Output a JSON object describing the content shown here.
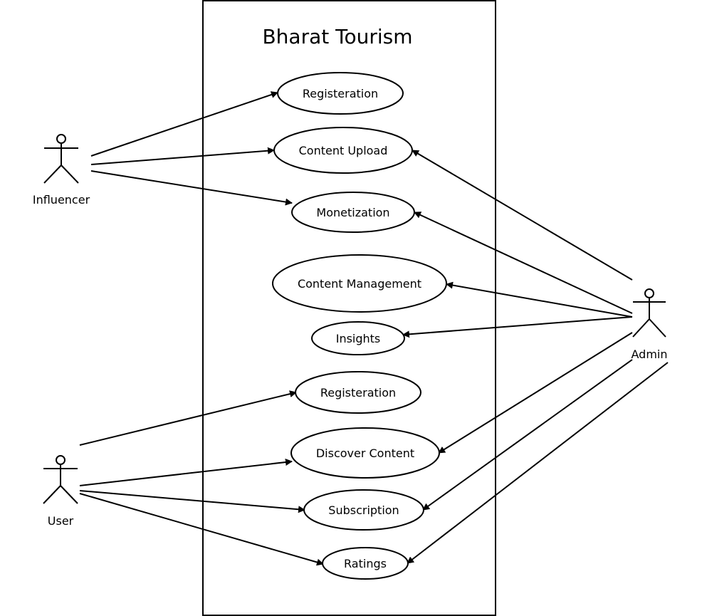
{
  "system": {
    "title": "Bharat Tourism"
  },
  "actors": [
    {
      "id": "influencer",
      "label": "Influencer"
    },
    {
      "id": "user",
      "label": "User"
    },
    {
      "id": "admin",
      "label": "Admin"
    }
  ],
  "use_cases": [
    {
      "id": "inf-registration",
      "label": "Registeration"
    },
    {
      "id": "content-upload",
      "label": "Content Upload"
    },
    {
      "id": "monetization",
      "label": "Monetization"
    },
    {
      "id": "content-management",
      "label": "Content Management"
    },
    {
      "id": "insights",
      "label": "Insights"
    },
    {
      "id": "user-registration",
      "label": "Registeration"
    },
    {
      "id": "discover-content",
      "label": "Discover Content"
    },
    {
      "id": "subscription",
      "label": "Subscription"
    },
    {
      "id": "ratings",
      "label": "Ratings"
    }
  ],
  "associations": [
    {
      "from": "influencer",
      "to": "inf-registration"
    },
    {
      "from": "influencer",
      "to": "content-upload"
    },
    {
      "from": "influencer",
      "to": "monetization"
    },
    {
      "from": "admin",
      "to": "content-upload"
    },
    {
      "from": "admin",
      "to": "monetization"
    },
    {
      "from": "admin",
      "to": "content-management"
    },
    {
      "from": "admin",
      "to": "insights"
    },
    {
      "from": "admin",
      "to": "discover-content"
    },
    {
      "from": "admin",
      "to": "subscription"
    },
    {
      "from": "admin",
      "to": "ratings"
    },
    {
      "from": "user",
      "to": "user-registration"
    },
    {
      "from": "user",
      "to": "discover-content"
    },
    {
      "from": "user",
      "to": "subscription"
    },
    {
      "from": "user",
      "to": "ratings"
    }
  ]
}
